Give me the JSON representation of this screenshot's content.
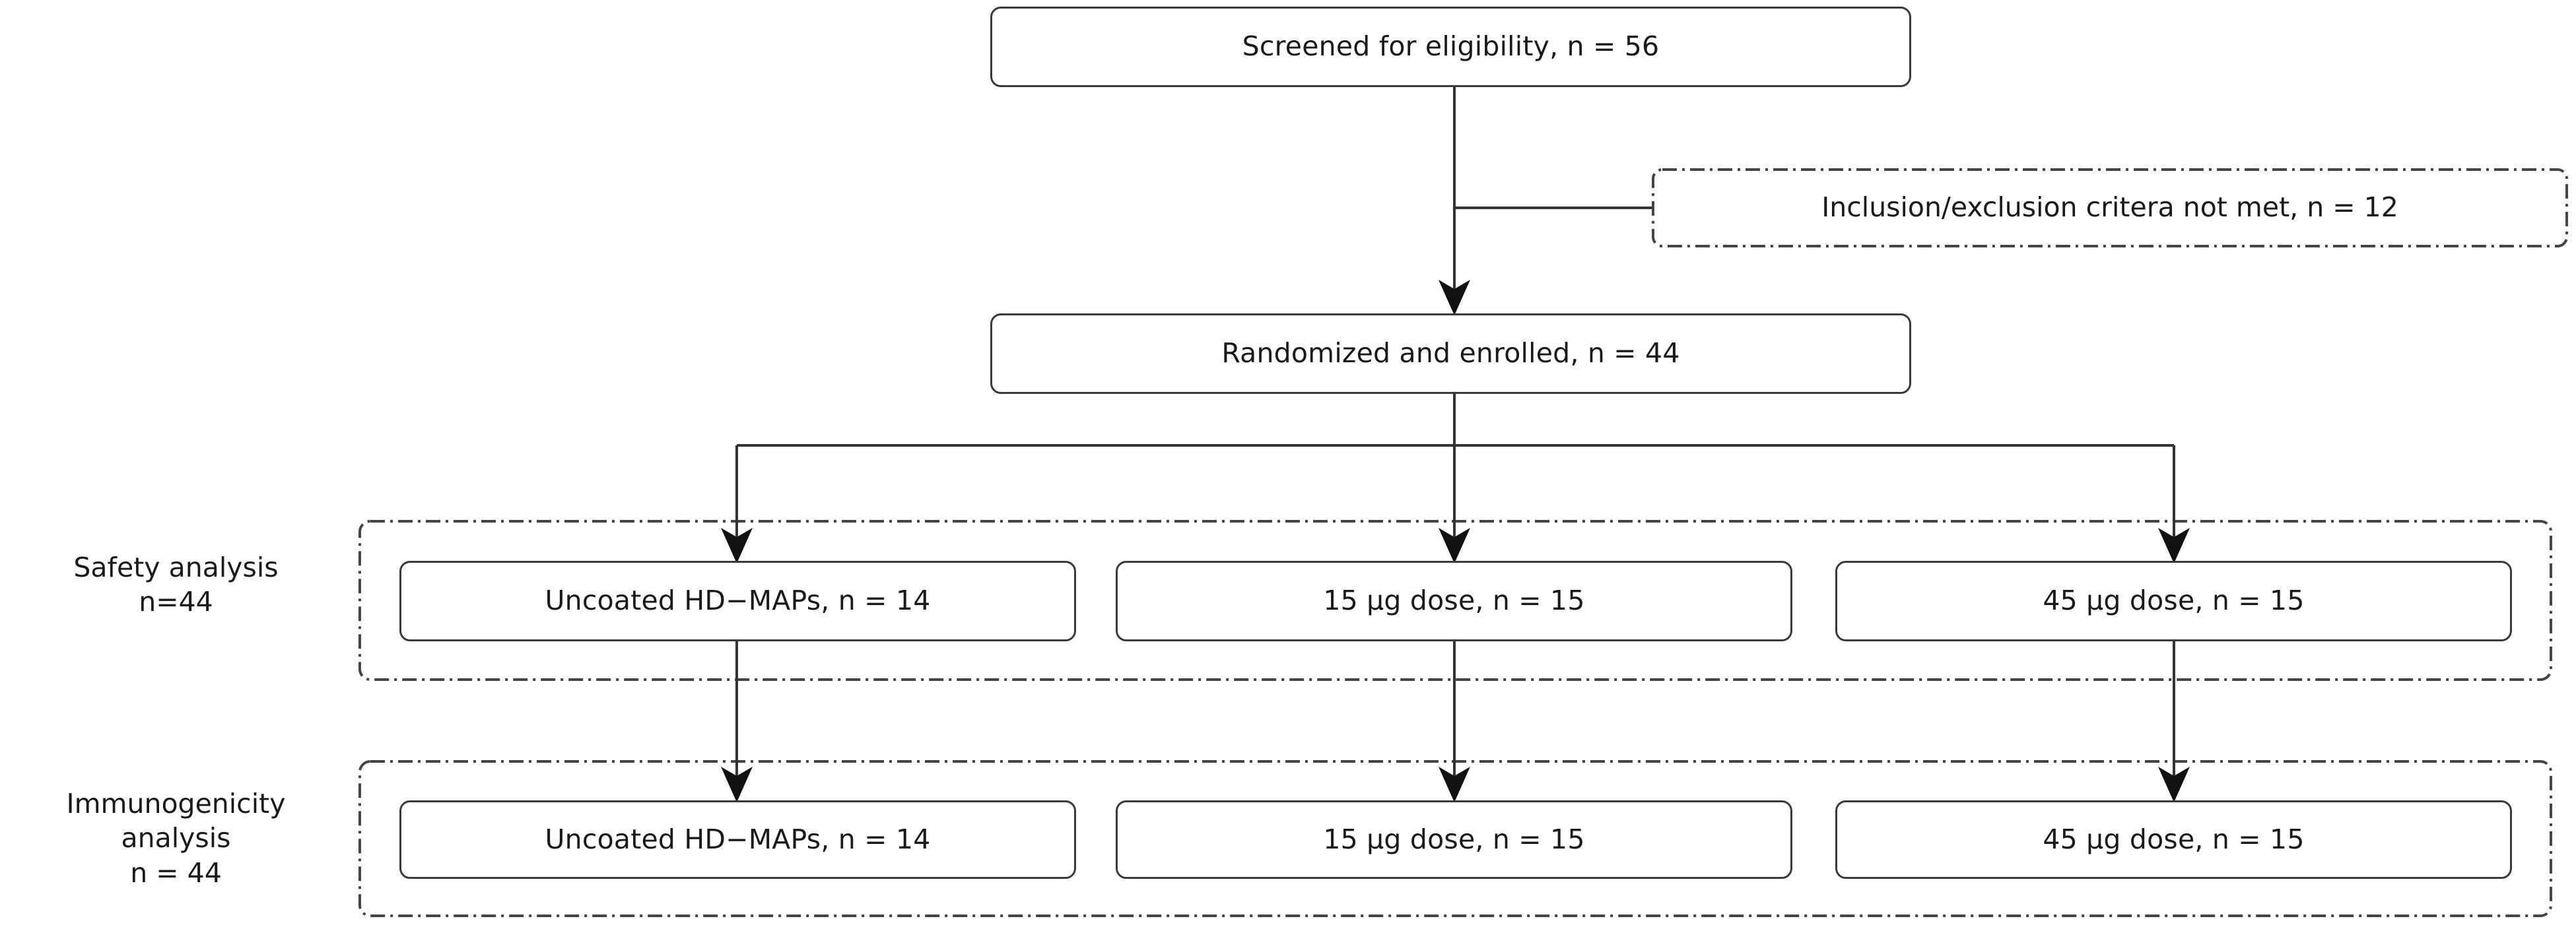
{
  "diagram": {
    "type": "consort-flow-diagram",
    "title": "Clinical trial participant flow",
    "stroke_color": "#333333",
    "node_border_color": "#3a3a3a",
    "background": "#ffffff"
  },
  "nodes": {
    "screened": {
      "label": "Screened for eligibility, n = 56",
      "n": 56,
      "style": "solid"
    },
    "excluded": {
      "label": "Inclusion/exclusion critera not met, n = 12",
      "n": 12,
      "style": "dash-dot"
    },
    "randomized": {
      "label": "Randomized and enrolled, n = 44",
      "n": 44,
      "style": "solid"
    }
  },
  "stages": [
    {
      "key": "safety",
      "label": "Safety analysis\nn=44",
      "n": 44,
      "arms": [
        {
          "key": "uncoated",
          "label": "Uncoated HD−MAPs, n = 14",
          "n": 14
        },
        {
          "key": "dose15",
          "label": "15 μg dose, n = 15",
          "n": 15
        },
        {
          "key": "dose45",
          "label": "45 μg dose, n = 15",
          "n": 15
        }
      ]
    },
    {
      "key": "immunogenicity",
      "label": "Immunogenicity\nanalysis\nn = 44",
      "n": 44,
      "arms": [
        {
          "key": "uncoated",
          "label": "Uncoated HD−MAPs, n = 14",
          "n": 14
        },
        {
          "key": "dose15",
          "label": "15 μg dose, n = 15",
          "n": 15
        },
        {
          "key": "dose45",
          "label": "45 μg dose, n = 15",
          "n": 15
        }
      ]
    }
  ]
}
